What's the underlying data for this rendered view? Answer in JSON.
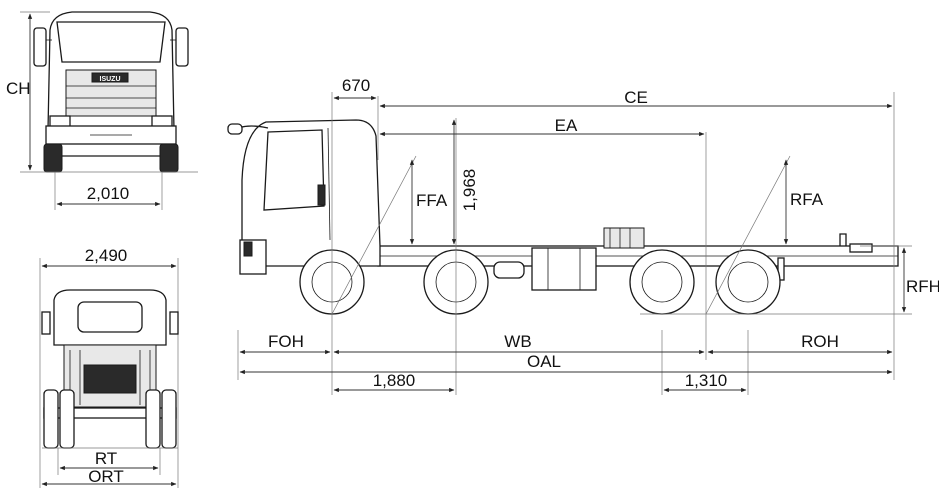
{
  "labels": {
    "ch": "CH",
    "width_front": "2,010",
    "width_overall": "2,490",
    "rt": "RT",
    "ort": "ORT",
    "cab_offset": "670",
    "ce": "CE",
    "ea": "EA",
    "ffa": "FFA",
    "cab_height": "1,968",
    "rfa": "RFA",
    "rfh": "RFH",
    "foh": "FOH",
    "wb": "WB",
    "roh": "ROH",
    "oal": "OAL",
    "front_axle_spread": "1,880",
    "rear_axle_spread": "1,310",
    "badge": "ISUZU"
  }
}
